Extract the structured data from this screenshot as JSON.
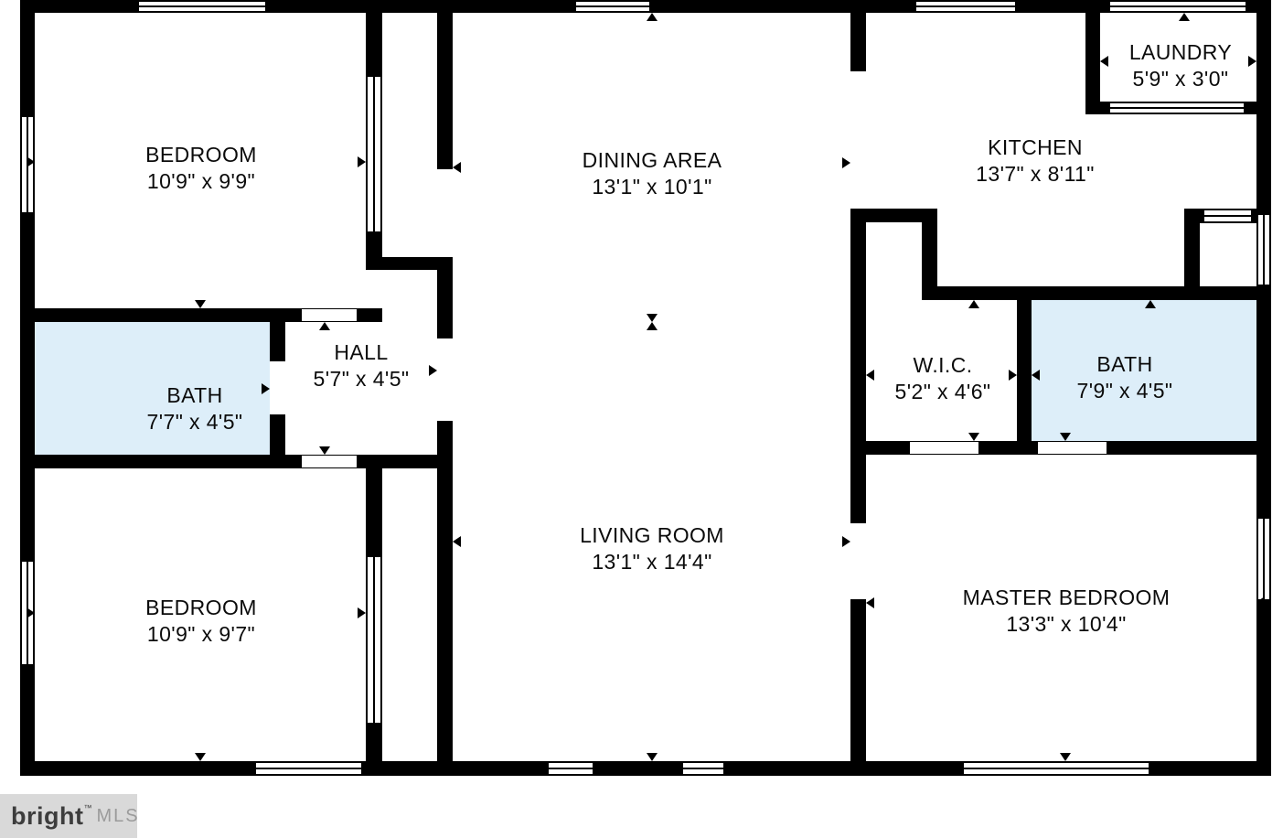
{
  "plan": {
    "rooms": [
      {
        "name": "BEDROOM",
        "dims": "10'9\" x 9'9\""
      },
      {
        "name": "DINING AREA",
        "dims": "13'1\" x 10'1\""
      },
      {
        "name": "KITCHEN",
        "dims": "13'7\" x 8'11\""
      },
      {
        "name": "LAUNDRY",
        "dims": "5'9\" x 3'0\""
      },
      {
        "name": "BATH",
        "dims": "7'7\" x 4'5\""
      },
      {
        "name": "HALL",
        "dims": "5'7\" x 4'5\""
      },
      {
        "name": "W.I.C.",
        "dims": "5'2\" x 4'6\""
      },
      {
        "name": "BATH",
        "dims": "7'9\" x 4'5\""
      },
      {
        "name": "BEDROOM",
        "dims": "10'9\" x 9'7\""
      },
      {
        "name": "LIVING ROOM",
        "dims": "13'1\" x 14'4\""
      },
      {
        "name": "MASTER BEDROOM",
        "dims": "13'3\" x 10'4\""
      }
    ]
  },
  "logo": {
    "brand": "bright",
    "tm": "™",
    "suffix": "MLS"
  },
  "colors": {
    "wall": "#000000",
    "bath_fill": "#ddeef9",
    "page_bg": "#ffffff",
    "logo_bg": "#d9d9d9",
    "logo_brand": "#3d3d3d",
    "logo_suffix": "#9b9b9b"
  }
}
